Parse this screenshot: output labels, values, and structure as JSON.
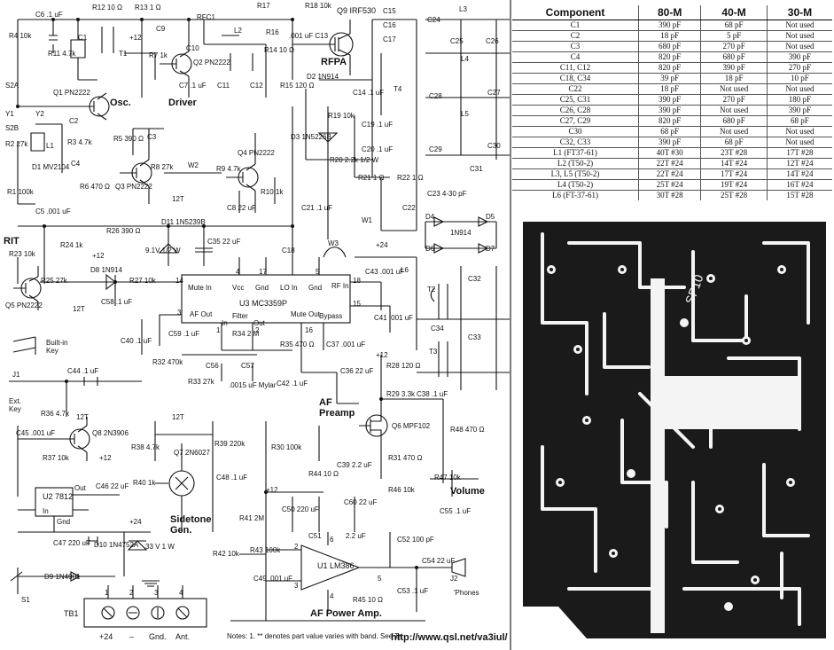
{
  "component_table": {
    "headers": [
      "Component",
      "80-M",
      "40-M",
      "30-M"
    ],
    "rows": [
      [
        "C1",
        "390 pF",
        "68 pF",
        "Not used"
      ],
      [
        "C2",
        "18 pF",
        "5 pF",
        "Not used"
      ],
      [
        "C3",
        "680 pF",
        "270 pF",
        "Not used"
      ],
      [
        "C4",
        "820 pF",
        "680 pF",
        "390 pF"
      ],
      [
        "C11, C12",
        "820 pF",
        "390 pF",
        "270 pF"
      ],
      [
        "C18, C34",
        "39 pF",
        "18 pF",
        "10 pF"
      ],
      [
        "C22",
        "18 pF",
        "Not used",
        "Not used"
      ],
      [
        "C25, C31",
        "390 pF",
        "270 pF",
        "180 pF"
      ],
      [
        "C26, C28",
        "390 pF",
        "Not used",
        "390 pF"
      ],
      [
        "C27, C29",
        "820 pF",
        "680 pF",
        "68 pF"
      ],
      [
        "C30",
        "68 pF",
        "Not used",
        "Not used"
      ],
      [
        "C32, C33",
        "390 pF",
        "68 pF",
        "Not used"
      ],
      [
        "L1 (FT37-61)",
        "40T #30",
        "23T #28",
        "17T #28"
      ],
      [
        "L2 (T50-2)",
        "22T #24",
        "14T #24",
        "12T #24"
      ],
      [
        "L3, L5 (T50-2)",
        "22T #24",
        "17T #24",
        "14T #24"
      ],
      [
        "L4 (T50-2)",
        "25T #24",
        "19T #24",
        "16T #24"
      ],
      [
        "L6 (FT-37-61)",
        "30T #28",
        "25T #28",
        "15T #28"
      ]
    ]
  },
  "sections": {
    "osc": "Osc.",
    "driver": "Driver",
    "rfpa": "RFPA",
    "af_preamp": "AF Preamp",
    "sidetone": "Sidetone Gen.",
    "af_power": "AF Power Amp.",
    "volume": "Volume",
    "rit": "RIT",
    "builtin_key": "Built-in Key",
    "ext_key": "Ext. Key",
    "phones": "'Phones"
  },
  "ics": {
    "u3_name": "U3 MC3359P",
    "u3_pins": {
      "mute_in": "Mute In",
      "vcc": "Vcc",
      "gnd1": "Gnd",
      "lo_in": "LO In",
      "gnd2": "Gnd",
      "rf_in": "RF In",
      "af_out": "AF Out",
      "filter_in": "In",
      "filter": "Filter",
      "filter_out": "Out",
      "mute_out": "Mute Out",
      "bypass": "Bypass",
      "p14": "14",
      "p4": "4",
      "p17": "17",
      "p5": "5",
      "p18": "18",
      "p3": "3",
      "p1": "1",
      "p2": "2",
      "p16": "16",
      "p15": "15"
    },
    "u1_name": "U1 LM386",
    "u2_name": "U2 7812",
    "u2_out": "Out",
    "u2_in": "In",
    "u2_gnd": "Gnd"
  },
  "parts": {
    "c6": "C6 .1 uF",
    "r12": "R12 10 Ω",
    "r13": "R13 1 Ω",
    "rfc1": "RFC1",
    "r17": "R17",
    "r18": "R18 10k",
    "q9": "Q9 IRF530",
    "r4": "R4 10k",
    "r11": "R11 4.7k",
    "c1": "C1",
    "t1": "T1",
    "r7": "R7 1k",
    "q2": "Q2 PN2222",
    "c9": "C9",
    "c10": "C10",
    "l2": "L2",
    "r16": "R16",
    "r14": "R14 10 Ω",
    "c13": ".001 uF C13",
    "r15": "R15 120 Ω",
    "c7": "C7 .1 uF",
    "c11": "C11",
    "c12": "C12",
    "d2": "D2 1N914",
    "c14": "C14 .1 uF",
    "r19": "R19 10k",
    "d3": "D3 1N5226B",
    "r20": "R20 2.2k 1/2 W",
    "c21": "C21 .1 uF",
    "q1": "Q1 PN2222",
    "c2": "C2",
    "r3": "R3 4.7k",
    "r5": "R5 390 Ω",
    "c3": "C3",
    "q4": "Q4 PN2222",
    "l1": "L1",
    "d1": "D1 MV2104",
    "r2": "R2 27k",
    "c4": "C4",
    "r8": "R8 27k",
    "w2": "W2",
    "r9": "R9 4.7k",
    "r6": "R6 470 Ω",
    "q3": "Q3 PN2222",
    "r10": "R10 1k",
    "c8": "C8 22 uF",
    "r1": "R1 100k",
    "c5": "C5 .001 uF",
    "d11": "D11 1N5239B",
    "r26": "R26 390 Ω",
    "c35": "C35 22 uF",
    "r24": "R24 1k",
    "d11v": "9.1V 1/2 W",
    "c18": "C18",
    "w3": "W3",
    "r23": "R23 10k",
    "d8": "D8 1N914",
    "r25": "R25 27k",
    "r27": "R27 10k",
    "q5": "Q5 PN2222",
    "c58": "C58 .1 uF",
    "c43": "C43 .001 uF",
    "c41": "C41 .001 uF",
    "c59": "C59 .1 uF",
    "c40": "C40 .1 uF",
    "r34": "R34 2 M",
    "r35": "R35 470 Ω",
    "c37": "C37 .001 uF",
    "r32": "R32 470k",
    "c56": "C56",
    "c57": "C57",
    "r33": "R33 27k",
    "c57v": ".0015 uF Mylar",
    "c42": "C42 .1 uF",
    "c44": "C44 .1 uF",
    "r36": "R36 4.7k",
    "q8": "Q8 2N3906",
    "c45": "C45 .001 uF",
    "r37": "R37 10k",
    "r38": "R38 4.7k",
    "q7": "Q7 2N6027",
    "r39": "R39 220k",
    "r30": "R30 100k",
    "r40": "R40 1k",
    "c48": "C48 .1 uF",
    "c46": "C46 22 uF",
    "r28": "R28 120 Ω",
    "c36": "C36 22 uF",
    "r29": "R29 3.3k",
    "c38": "C38 .1 uF",
    "q6": "Q6 MPF102",
    "r48": "R48 470 Ω",
    "c39": "C39 2.2 uF",
    "r31": "R31 470 Ω",
    "r47": "R47 10k",
    "r44": "R44 10 Ω",
    "c50": "C50 220 uF",
    "c60": "C60 22 uF",
    "r46": "R46 10k",
    "c55": "C55 .1 uF",
    "r41": "R41 2M",
    "c47": "C47 220 uF",
    "d10": "D10 1N4752A",
    "d10v": "33 V 1 W",
    "c51": "C51",
    "c51v": "2.2 uF",
    "c52": "C52 100 pF",
    "r42": "R42 10k",
    "r43": "R43 100k",
    "c54": "C54 22 uF",
    "c49": "C49 .001 uF",
    "c53": "C53 .1 uF",
    "r45": "R45 10 Ω",
    "j2": "J2",
    "d9": "D9 1N4001",
    "s1": "S1",
    "c15": "C15",
    "c16": "C16",
    "c17": "C17",
    "c24": "C24",
    "c25": "C25",
    "c26": "C26",
    "l3": "L3",
    "l4": "L4",
    "l5": "L5",
    "c28": "C28",
    "c27": "C27",
    "c29": "C29",
    "c30": "C30",
    "c31": "C31",
    "t4": "T4",
    "c19": "C19 .1 uF",
    "c20": "C20 .1 uF",
    "r21": "R21 1 Ω",
    "r22": "R22 1 Ω",
    "c22": "C22",
    "c23": "C23 4-30 pF",
    "w1": "W1",
    "d4": "D4",
    "d5": "D5",
    "d6": "D6",
    "d7": "D7",
    "d4v": "1N914",
    "l6": "L6",
    "t2": "T2",
    "c32": "C32",
    "c34": "C34",
    "c33": "C33",
    "t3": "T3",
    "j1": "J1",
    "y1": "Y1",
    "y2": "Y2",
    "s2a": "S2A",
    "s2b": "S2B",
    "plus12": "+12",
    "plus24": "+24",
    "t12": "12T",
    "u1_p2": "2",
    "u1_p3": "3",
    "u1_p5": "5",
    "u1_p6": "6",
    "u1_p4": "4"
  },
  "terminal_block": {
    "name": "TB1",
    "numbers": [
      "1",
      "2",
      "3",
      "4"
    ],
    "labels": [
      "+24",
      "–",
      "Gnd.",
      "Ant."
    ]
  },
  "notes": "Notes: 1. ** denotes part value varies with band. See Ta",
  "url": "http://www.qsl.net/va3iul/",
  "pcb_label": "SP10"
}
